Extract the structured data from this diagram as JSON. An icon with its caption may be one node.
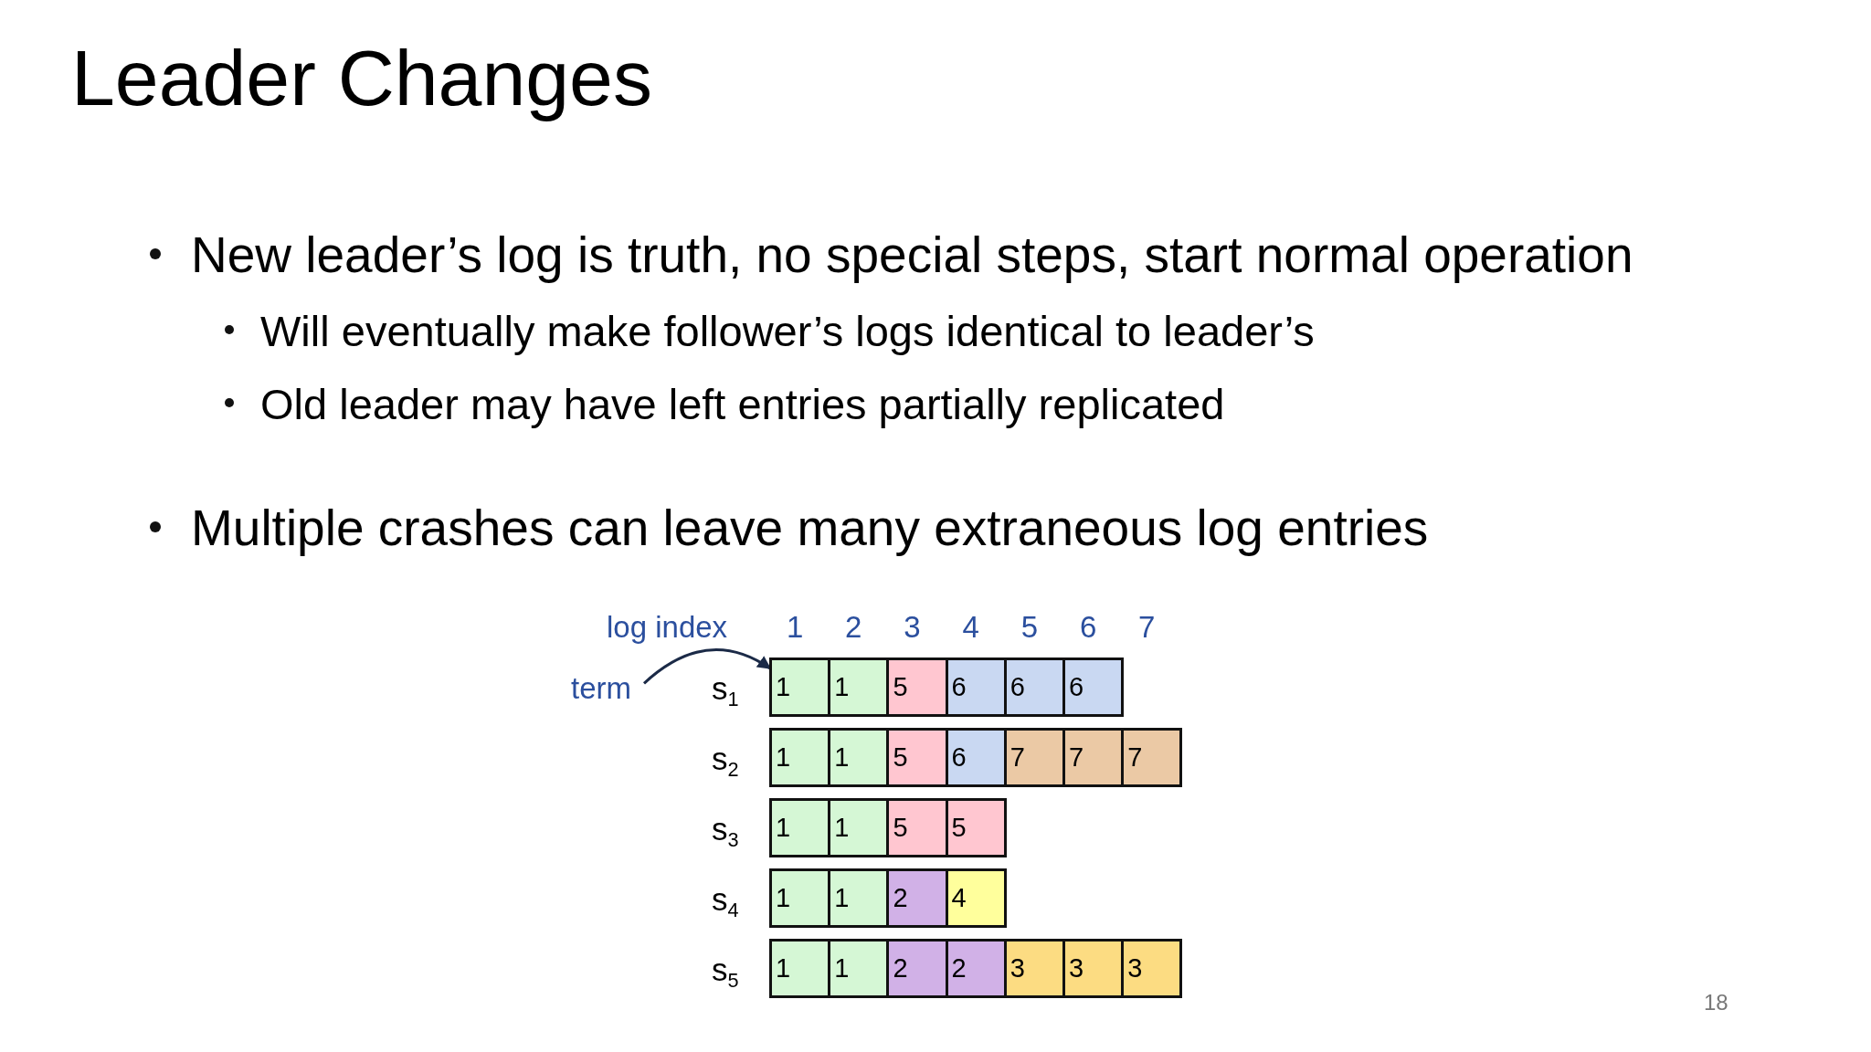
{
  "diagram": {
    "title": "Leader Changes",
    "nodes": [
      {
        "text": [
          "term"
        ]
      },
      {
        "text": [
          "1"
        ]
      },
      {
        "text": [
          "1"
        ]
      },
      {
        "text": [
          "5"
        ]
      },
      {
        "text": [
          "6"
        ]
      },
      {
        "text": [
          "6"
        ]
      },
      {
        "text": [
          "6"
        ]
      },
      {
        "text": [
          "1"
        ]
      },
      {
        "text": [
          "1"
        ]
      },
      {
        "text": [
          "5"
        ]
      },
      {
        "text": [
          "6"
        ]
      },
      {
        "text": [
          "7"
        ]
      },
      {
        "text": [
          "7"
        ]
      },
      {
        "text": [
          "7"
        ]
      },
      {
        "text": [
          "1"
        ]
      },
      {
        "text": [
          "1"
        ]
      },
      {
        "text": [
          "5"
        ]
      },
      {
        "text": [
          "5"
        ]
      },
      {
        "text": [
          "1"
        ]
      },
      {
        "text": [
          "1"
        ]
      },
      {
        "text": [
          "2"
        ]
      },
      {
        "text": [
          "4"
        ]
      },
      {
        "text": [
          "1"
        ]
      },
      {
        "text": [
          "1"
        ]
      },
      {
        "text": [
          "2"
        ]
      },
      {
        "text": [
          "2"
        ]
      },
      {
        "text": [
          "3"
        ]
      },
      {
        "text": [
          "3"
        ]
      },
      {
        "text": [
          "3"
        ]
      }
    ],
    "edges": [
      {
        "from": 0,
        "to": 1,
        "arrow": "to"
      }
    ],
    "labels": [
      "New leader’s log is truth, no special steps, start normal operation",
      "Will eventually make follower’s logs identical to leader’s",
      "Old leader may have left entries partially replicated",
      "Multiple crashes can leave many extraneous log entries",
      "log index",
      "1",
      "2",
      "3",
      "4",
      "5",
      "6",
      "7",
      "s$_{1}$",
      "s$_{2}$",
      "s$_{3}$",
      "s$_{4}$",
      "s$_{5}$",
      "18"
    ]
  }
}
